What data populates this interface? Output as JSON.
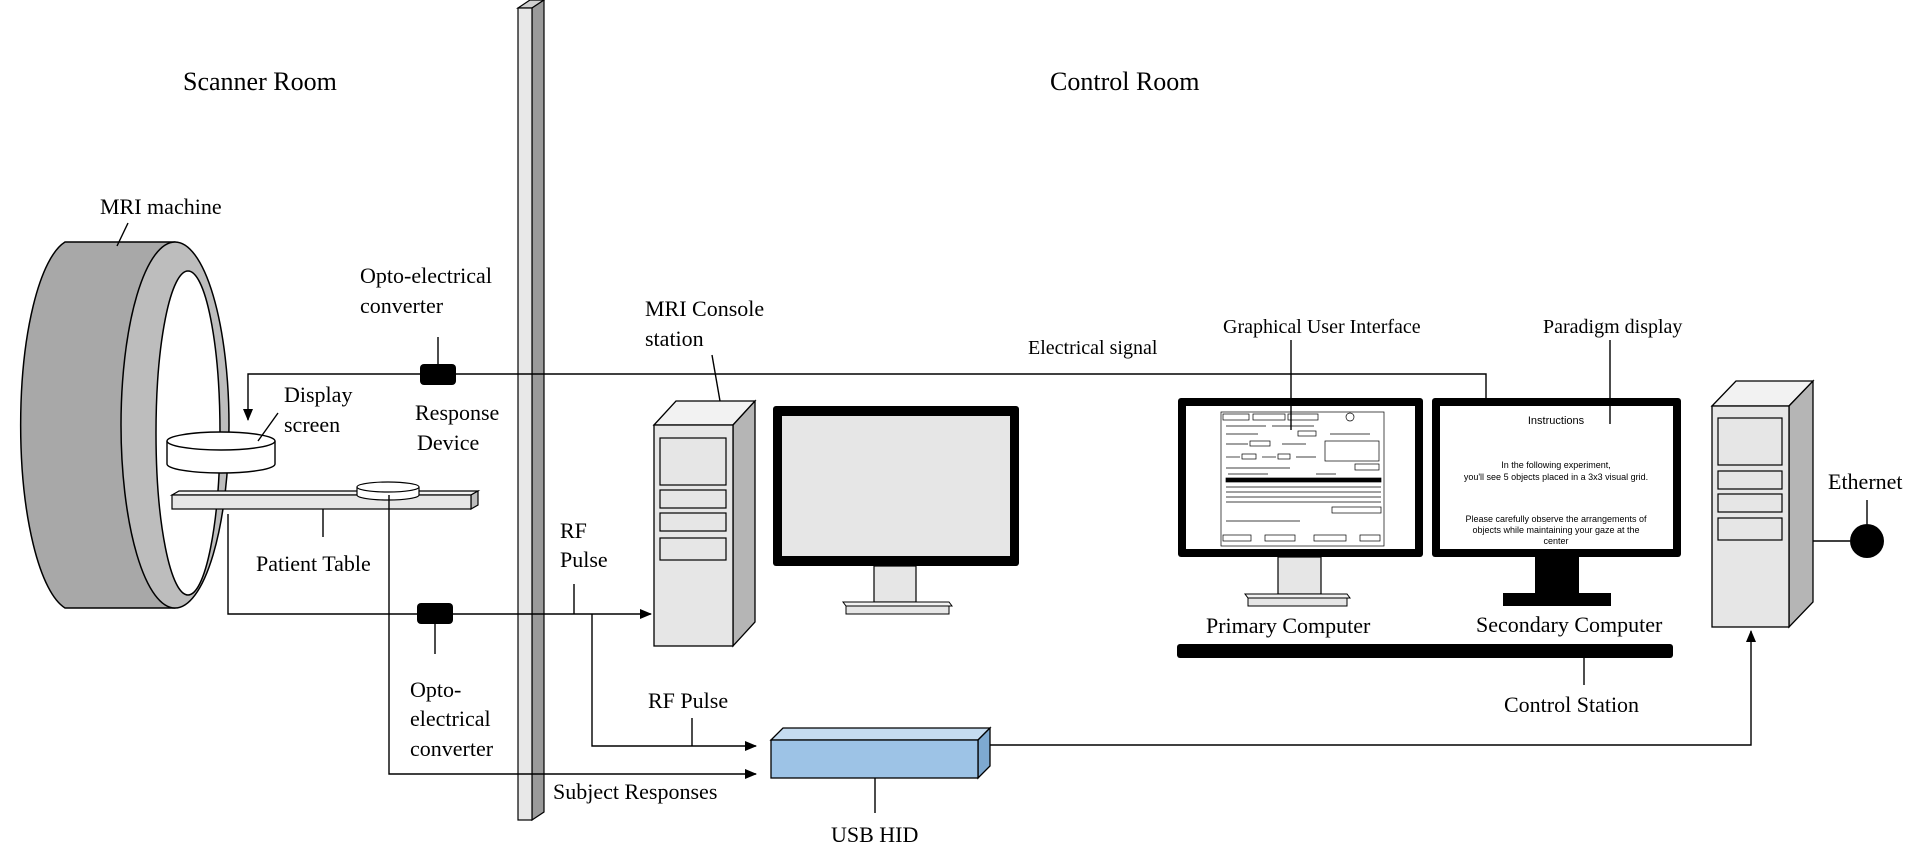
{
  "rooms": {
    "scanner": "Scanner Room",
    "control": "Control Room"
  },
  "labels": {
    "mri_machine": "MRI machine",
    "display_screen_1": "Display",
    "display_screen_2": "screen",
    "response_device_1": "Response",
    "response_device_2": "Device",
    "patient_table": "Patient Table",
    "opto_top_1": "Opto-electrical",
    "opto_top_2": "converter",
    "opto_bottom_1": "Opto-",
    "opto_bottom_2": "electrical",
    "opto_bottom_3": "converter",
    "rf_pulse_1a": "RF",
    "rf_pulse_1b": "Pulse",
    "rf_pulse_2": "RF Pulse",
    "subject_responses": "Subject Responses",
    "usb_hid": "USB HID",
    "mri_console_1": "MRI Console",
    "mri_console_2": "station",
    "electrical_signal": "Electrical signal",
    "gui": "Graphical User Interface",
    "paradigm_display": "Paradigm display",
    "primary_computer": "Primary Computer",
    "secondary_computer": "Secondary Computer",
    "control_station": "Control Station",
    "ethernet": "Ethernet"
  },
  "paradigm_screen": {
    "title": "Instructions",
    "line1": "In the following experiment,",
    "line2": "you'll see 5 objects placed in a 3x3 visual grid.",
    "line3": "Please carefully observe the arrangements of",
    "line4": "objects while maintaining your gaze at the",
    "line5": "center"
  },
  "colors": {
    "mri_body": "#a8a8a8",
    "usb_box": "#9dc3e6",
    "device_fill": "#e6e6e6",
    "monitor_frame": "#000000"
  }
}
